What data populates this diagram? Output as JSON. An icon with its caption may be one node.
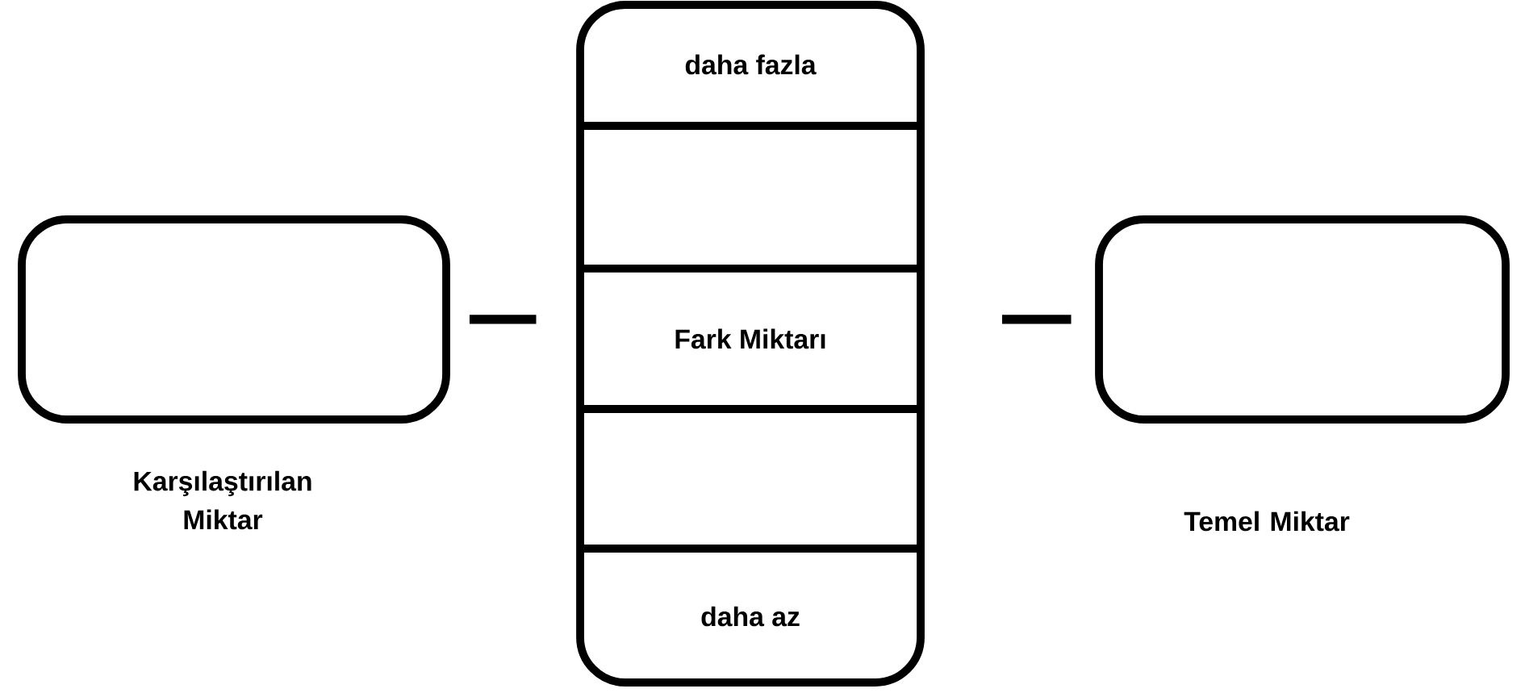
{
  "diagram": {
    "nodes": [
      {
        "text": [],
        "shape": "box",
        "beside": [
          "Karşılaştırılan Miktar"
        ]
      },
      {
        "text": [],
        "shape": "box"
      },
      {
        "text": [
          "daha fazla"
        ],
        "in": 1
      },
      {
        "text": [],
        "shape": "box",
        "in": 1
      },
      {
        "text": [
          "Fark Miktarı"
        ],
        "in": 1
      },
      {
        "text": [],
        "shape": "box",
        "in": 1
      },
      {
        "text": [
          "daha az"
        ],
        "in": 1
      },
      {
        "text": [],
        "shape": "box",
        "beside": [
          "Temel Miktar"
        ]
      }
    ],
    "edges": [
      {
        "from": 0,
        "to": 1,
        "arrow": "none"
      },
      {
        "from": 1,
        "to": 7,
        "arrow": "none"
      }
    ]
  }
}
